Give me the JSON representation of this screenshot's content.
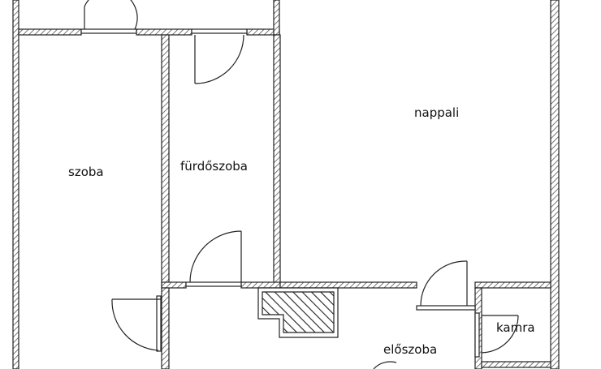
{
  "rooms": {
    "szoba": "szoba",
    "furdoszoba": "fürdőszoba",
    "nappali": "nappali",
    "eloszoba": "előszoba",
    "kamra": "kamra"
  },
  "colors": {
    "wall_outline": "#222222",
    "wall_hatch": "#555555",
    "background": "#ffffff"
  }
}
